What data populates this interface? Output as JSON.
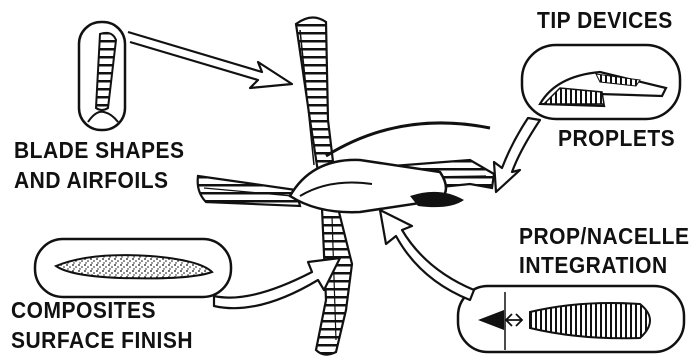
{
  "labels": {
    "tip_devices": "TIP DEVICES",
    "proplets": "PROPLETS",
    "blade_shapes_line1": "BLADE SHAPES",
    "blade_shapes_line2": "AND AIRFOILS",
    "prop_nacelle_line1": "PROP/NACELLE",
    "prop_nacelle_line2": "INTEGRATION",
    "composites_line1": "COMPOSITES",
    "composites_line2": "SURFACE FINISH"
  },
  "colors": {
    "ink": "#111111",
    "paper": "#ffffff"
  }
}
